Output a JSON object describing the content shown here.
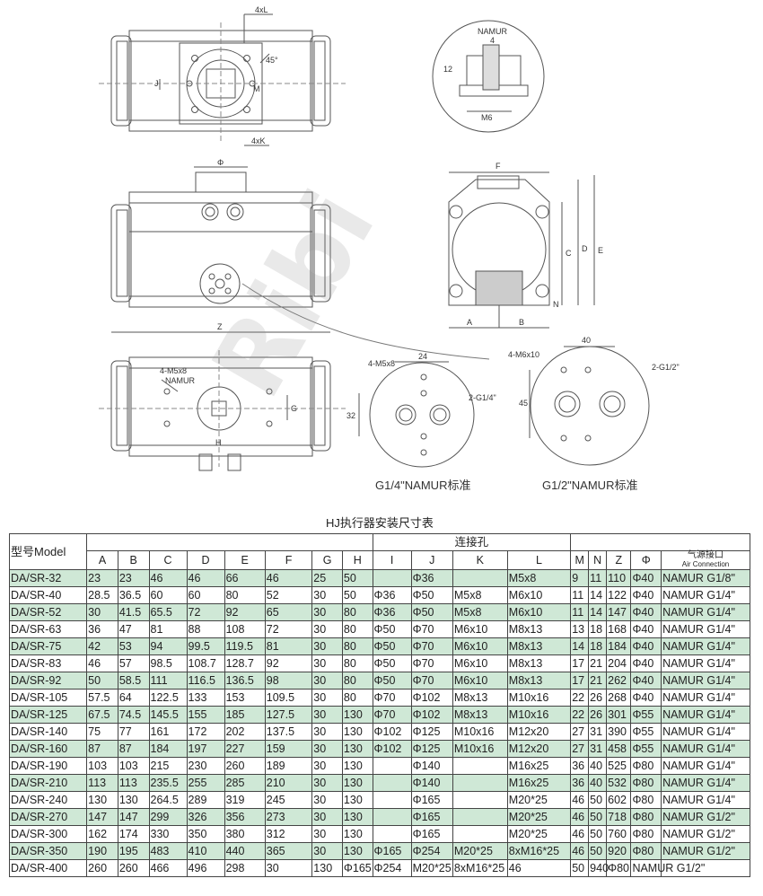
{
  "drawing": {
    "dims": {
      "fourL": "4xL",
      "fourK": "4xK",
      "angle": "45°",
      "j": "J",
      "m": "M",
      "phi": "Φ",
      "z": "Z",
      "f": "F",
      "a": "A",
      "b": "B",
      "c": "C",
      "d": "D",
      "e": "E",
      "n": "N",
      "g": "G",
      "h": "H",
      "namur_top": "NAMUR",
      "four_small": "4",
      "twelve": "12",
      "m6": "M6",
      "bottom_m5": "4-M5x8",
      "bottom_namur": "NAMUR",
      "det1_m5": "4-M5x8",
      "det1_24": "24",
      "det1_32": "32",
      "det1_g14": "2-G1/4\"",
      "det2_m6": "4-M6x10",
      "det2_40": "40",
      "det2_45": "45",
      "det2_g12": "2-G1/2\""
    },
    "caption_left": "G1/4\"NAMUR标准",
    "caption_right": "G1/2\"NAMUR标准"
  },
  "table": {
    "title": "HJ执行器安装尺寸表",
    "model_header": "型号Model",
    "port_group_header": "连接孔",
    "air_header": "气源接口",
    "air_header_en": "Air Connection",
    "columns": [
      "A",
      "B",
      "C",
      "D",
      "E",
      "F",
      "G",
      "H",
      "I",
      "J",
      "K",
      "L",
      "M",
      "N",
      "Z",
      "Φ"
    ],
    "rows": [
      [
        "DA/SR-32",
        "23",
        "23",
        "46",
        "46",
        "66",
        "46",
        "25",
        "50",
        "",
        "Φ36",
        "",
        "M5x8",
        "9",
        "11",
        "110",
        "Φ40",
        "NAMUR G1/8\""
      ],
      [
        "DA/SR-40",
        "28.5",
        "36.5",
        "60",
        "60",
        "80",
        "52",
        "30",
        "50",
        "Φ36",
        "Φ50",
        "M5x8",
        "M6x10",
        "11",
        "14",
        "122",
        "Φ40",
        "NAMUR G1/4\""
      ],
      [
        "DA/SR-52",
        "30",
        "41.5",
        "65.5",
        "72",
        "92",
        "65",
        "30",
        "80",
        "Φ36",
        "Φ50",
        "M5x8",
        "M6x10",
        "11",
        "14",
        "147",
        "Φ40",
        "NAMUR G1/4\""
      ],
      [
        "DA/SR-63",
        "36",
        "47",
        "81",
        "88",
        "108",
        "72",
        "30",
        "80",
        "Φ50",
        "Φ70",
        "M6x10",
        "M8x13",
        "13",
        "18",
        "168",
        "Φ40",
        "NAMUR G1/4\""
      ],
      [
        "DA/SR-75",
        "42",
        "53",
        "94",
        "99.5",
        "119.5",
        "81",
        "30",
        "80",
        "Φ50",
        "Φ70",
        "M6x10",
        "M8x13",
        "14",
        "18",
        "184",
        "Φ40",
        "NAMUR G1/4\""
      ],
      [
        "DA/SR-83",
        "46",
        "57",
        "98.5",
        "108.7",
        "128.7",
        "92",
        "30",
        "80",
        "Φ50",
        "Φ70",
        "M6x10",
        "M8x13",
        "17",
        "21",
        "204",
        "Φ40",
        "NAMUR G1/4\""
      ],
      [
        "DA/SR-92",
        "50",
        "58.5",
        "111",
        "116.5",
        "136.5",
        "98",
        "30",
        "80",
        "Φ50",
        "Φ70",
        "M6x10",
        "M8x13",
        "17",
        "21",
        "262",
        "Φ40",
        "NAMUR G1/4\""
      ],
      [
        "DA/SR-105",
        "57.5",
        "64",
        "122.5",
        "133",
        "153",
        "109.5",
        "30",
        "80",
        "Φ70",
        "Φ102",
        "M8x13",
        "M10x16",
        "22",
        "26",
        "268",
        "Φ40",
        "NAMUR G1/4\""
      ],
      [
        "DA/SR-125",
        "67.5",
        "74.5",
        "145.5",
        "155",
        "185",
        "127.5",
        "30",
        "130",
        "Φ70",
        "Φ102",
        "M8x13",
        "M10x16",
        "22",
        "26",
        "301",
        "Φ55",
        "NAMUR G1/4\""
      ],
      [
        "DA/SR-140",
        "75",
        "77",
        "161",
        "172",
        "202",
        "137.5",
        "30",
        "130",
        "Φ102",
        "Φ125",
        "M10x16",
        "M12x20",
        "27",
        "31",
        "390",
        "Φ55",
        "NAMUR G1/4\""
      ],
      [
        "DA/SR-160",
        "87",
        "87",
        "184",
        "197",
        "227",
        "159",
        "30",
        "130",
        "Φ102",
        "Φ125",
        "M10x16",
        "M12x20",
        "27",
        "31",
        "458",
        "Φ55",
        "NAMUR G1/4\""
      ],
      [
        "DA/SR-190",
        "103",
        "103",
        "215",
        "230",
        "260",
        "189",
        "30",
        "130",
        "",
        "Φ140",
        "",
        "M16x25",
        "36",
        "40",
        "525",
        "Φ80",
        "NAMUR G1/4\""
      ],
      [
        "DA/SR-210",
        "113",
        "113",
        "235.5",
        "255",
        "285",
        "210",
        "30",
        "130",
        "",
        "Φ140",
        "",
        "M16x25",
        "36",
        "40",
        "532",
        "Φ80",
        "NAMUR G1/4\""
      ],
      [
        "DA/SR-240",
        "130",
        "130",
        "264.5",
        "289",
        "319",
        "245",
        "30",
        "130",
        "",
        "Φ165",
        "",
        "M20*25",
        "46",
        "50",
        "602",
        "Φ80",
        "NAMUR G1/4\""
      ],
      [
        "DA/SR-270",
        "147",
        "147",
        "299",
        "326",
        "356",
        "273",
        "30",
        "130",
        "",
        "Φ165",
        "",
        "M20*25",
        "46",
        "50",
        "718",
        "Φ80",
        "NAMUR G1/2\""
      ],
      [
        "DA/SR-300",
        "162",
        "174",
        "330",
        "350",
        "380",
        "312",
        "30",
        "130",
        "",
        "Φ165",
        "",
        "M20*25",
        "46",
        "50",
        "760",
        "Φ80",
        "NAMUR G1/2\""
      ],
      [
        "DA/SR-350",
        "190",
        "195",
        "483",
        "410",
        "440",
        "365",
        "30",
        "130",
        "Φ165",
        "Φ254",
        "M20*25",
        "8xM16*25",
        "46",
        "50",
        "920",
        "Φ80",
        "NAMUR G1/2\""
      ],
      [
        "DA/SR-400",
        "260",
        "260",
        "466",
        "496",
        "298",
        "30",
        "130",
        "Φ165",
        "Φ254",
        "M20*25",
        "8xM16*25",
        "46",
        "50",
        "940",
        "Φ80",
        "NAMUR G1/2\"",
        ""
      ]
    ]
  }
}
